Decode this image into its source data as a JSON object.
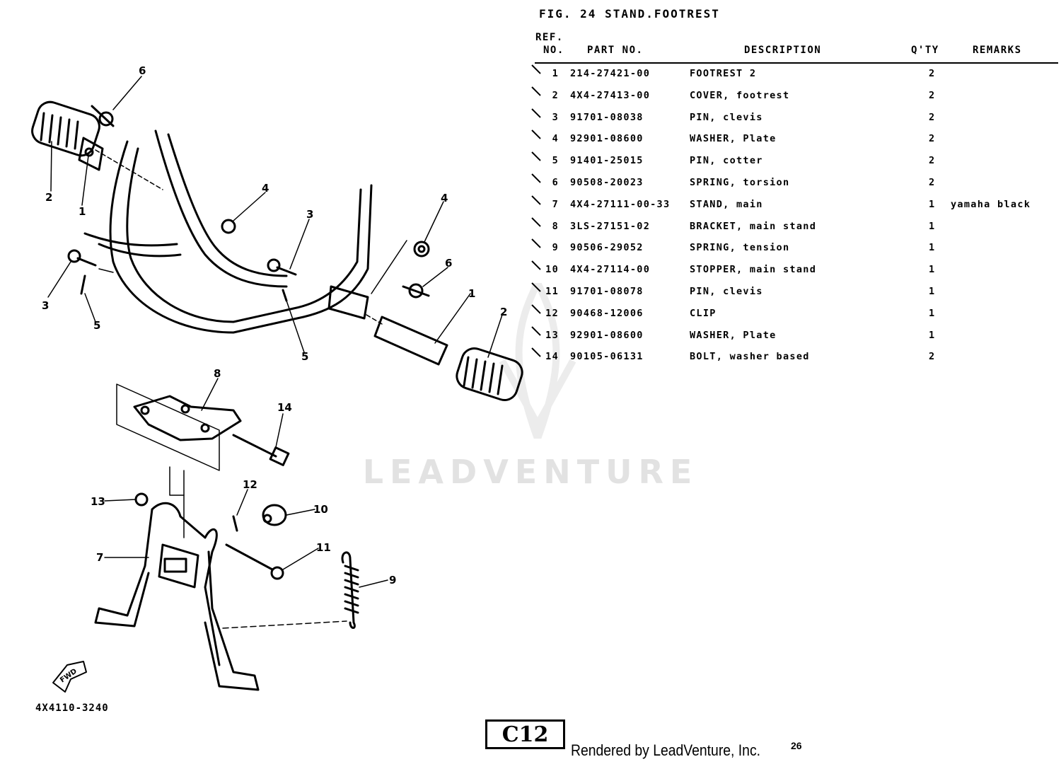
{
  "figure": {
    "title": "FIG. 24   STAND.FOOTREST"
  },
  "table": {
    "headers": {
      "ref_line1": "REF.",
      "ref_line2": "NO.",
      "part_no": "PART NO.",
      "description": "DESCRIPTION",
      "qty": "Q'TY",
      "remarks": "REMARKS"
    },
    "rows": [
      {
        "ref": "1",
        "part_no": "214-27421-00",
        "description": "FOOTREST 2",
        "qty": "2",
        "remarks": ""
      },
      {
        "ref": "2",
        "part_no": "4X4-27413-00",
        "description": "COVER, footrest",
        "qty": "2",
        "remarks": ""
      },
      {
        "ref": "3",
        "part_no": "91701-08038",
        "description": "PIN, clevis",
        "qty": "2",
        "remarks": ""
      },
      {
        "ref": "4",
        "part_no": "92901-08600",
        "description": "WASHER, Plate",
        "qty": "2",
        "remarks": ""
      },
      {
        "ref": "5",
        "part_no": "91401-25015",
        "description": "PIN, cotter",
        "qty": "2",
        "remarks": ""
      },
      {
        "ref": "6",
        "part_no": "90508-20023",
        "description": "SPRING, torsion",
        "qty": "2",
        "remarks": ""
      },
      {
        "ref": "7",
        "part_no": "4X4-27111-00-33",
        "description": "STAND, main",
        "qty": "1",
        "remarks": "yamaha black"
      },
      {
        "ref": "8",
        "part_no": "3LS-27151-02",
        "description": "BRACKET, main stand",
        "qty": "1",
        "remarks": ""
      },
      {
        "ref": "9",
        "part_no": "90506-29052",
        "description": "SPRING, tension",
        "qty": "1",
        "remarks": ""
      },
      {
        "ref": "10",
        "part_no": "4X4-27114-00",
        "description": "STOPPER, main stand",
        "qty": "1",
        "remarks": ""
      },
      {
        "ref": "11",
        "part_no": "91701-08078",
        "description": "PIN, clevis",
        "qty": "1",
        "remarks": ""
      },
      {
        "ref": "12",
        "part_no": "90468-12006",
        "description": "CLIP",
        "qty": "1",
        "remarks": ""
      },
      {
        "ref": "13",
        "part_no": "92901-08600",
        "description": "WASHER, Plate",
        "qty": "1",
        "remarks": ""
      },
      {
        "ref": "14",
        "part_no": "90105-06131",
        "description": "BOLT, washer based",
        "qty": "2",
        "remarks": ""
      }
    ]
  },
  "callouts": {
    "a1": "1",
    "a2": "2",
    "a3": "3",
    "a4": "4",
    "a5": "5",
    "a6": "6",
    "b1": "1",
    "b2": "2",
    "b3": "3",
    "b4": "4",
    "b5": "5",
    "b6": "6",
    "c7": "7",
    "c8": "8",
    "c9": "9",
    "c10": "10",
    "c11": "11",
    "c12": "12",
    "c13": "13",
    "c14": "14"
  },
  "fwd_label": "FWD",
  "drawing_code": "4X4110-3240",
  "watermark": "LEADVENTURE",
  "page_badge": "C12",
  "footer": {
    "rendered_by": "Rendered by LeadVenture, Inc.",
    "page_number": "26"
  }
}
